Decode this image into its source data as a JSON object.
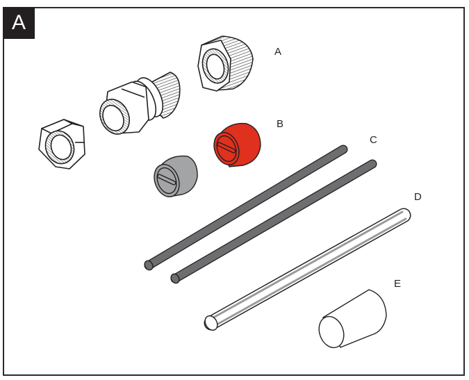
{
  "figure": {
    "panel_label": "A",
    "parts": [
      {
        "id": "A",
        "label": "A",
        "description": "knurled sealing cap nut"
      },
      {
        "id": "B",
        "label": "B",
        "description": "red sealing plug"
      },
      {
        "id": "C",
        "label": "C",
        "description": "dark grey solid rods (x2)"
      },
      {
        "id": "D",
        "label": "D",
        "description": "transparent tube"
      },
      {
        "id": "E",
        "label": "E",
        "description": "short white sleeve"
      }
    ],
    "unlabeled_parts": [
      "hex lock nut",
      "cable gland body",
      "grey sealing plug"
    ],
    "colors": {
      "outline": "#231f20",
      "red_plug": "#e0301e",
      "grey_plug": "#a3a4a6",
      "rod": "#6d6e70",
      "tube_stripe": "#9a9a9a",
      "badge_bg": "#231f20",
      "frame": "#2b2b2b"
    }
  }
}
